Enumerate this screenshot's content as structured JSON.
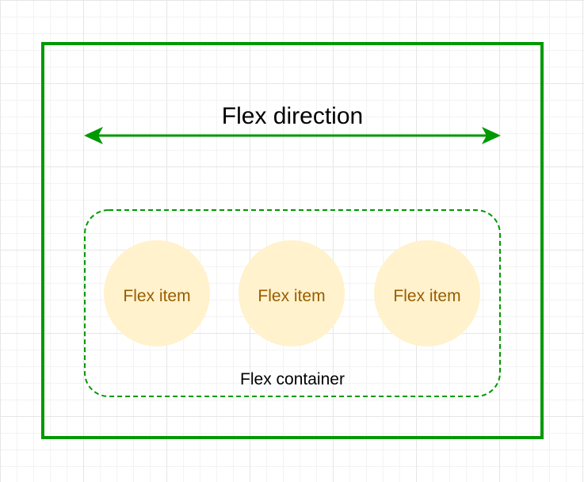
{
  "diagram": {
    "direction_label": "Flex direction",
    "container_label": "Flex container",
    "items": [
      {
        "label": "Flex item"
      },
      {
        "label": "Flex item"
      },
      {
        "label": "Flex item"
      }
    ]
  },
  "colors": {
    "green": "#009900",
    "item_fill": "#fff2cc",
    "item_text": "#995c00",
    "text": "#000000"
  }
}
